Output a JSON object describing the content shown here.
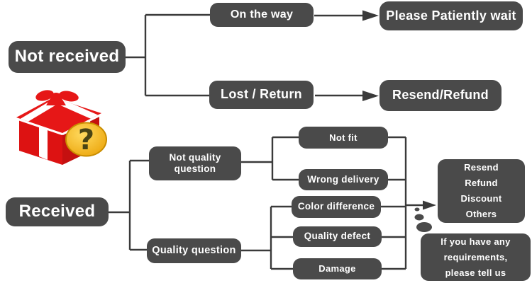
{
  "theme": {
    "node-fill": "#4a4a4a",
    "node-text": "#ffffff",
    "line-color": "#3a3a3a",
    "background": "#ffffff",
    "gift-red": "#e61717",
    "gift-red-front": "#dd1212",
    "gift-red-side": "#c51010",
    "ribbon-white": "#ffffff",
    "badge-yellow": "#ffd95e",
    "badge-yellow-deep": "#eca60c",
    "badge-outline": "#c98d00",
    "question-color": "#4a4414"
  },
  "flowchart": {
    "branch_not_received": {
      "root": "Not received",
      "on_the_way": "On the way",
      "please_wait": "Please Patiently wait",
      "lost_return": "Lost / Return",
      "resend_refund": "Resend/Refund"
    },
    "branch_received": {
      "root": "Received",
      "not_quality_question": {
        "lines": [
          "Not quality",
          "question"
        ]
      },
      "quality_question": "Quality question",
      "not_fit": "Not fit",
      "wrong_delivery": "Wrong delivery",
      "color_difference": "Color difference",
      "quality_defect": "Quality defect",
      "damage": "Damage",
      "outcomes": {
        "lines": [
          "Resend",
          "Refund",
          "Discount",
          "Others"
        ]
      },
      "note": {
        "lines": [
          "If you have any",
          "requirements,",
          "please tell us"
        ]
      }
    },
    "icons": {
      "gift": "gift-box-icon",
      "question_badge": "question-mark-badge",
      "question_glyph": "?"
    }
  }
}
